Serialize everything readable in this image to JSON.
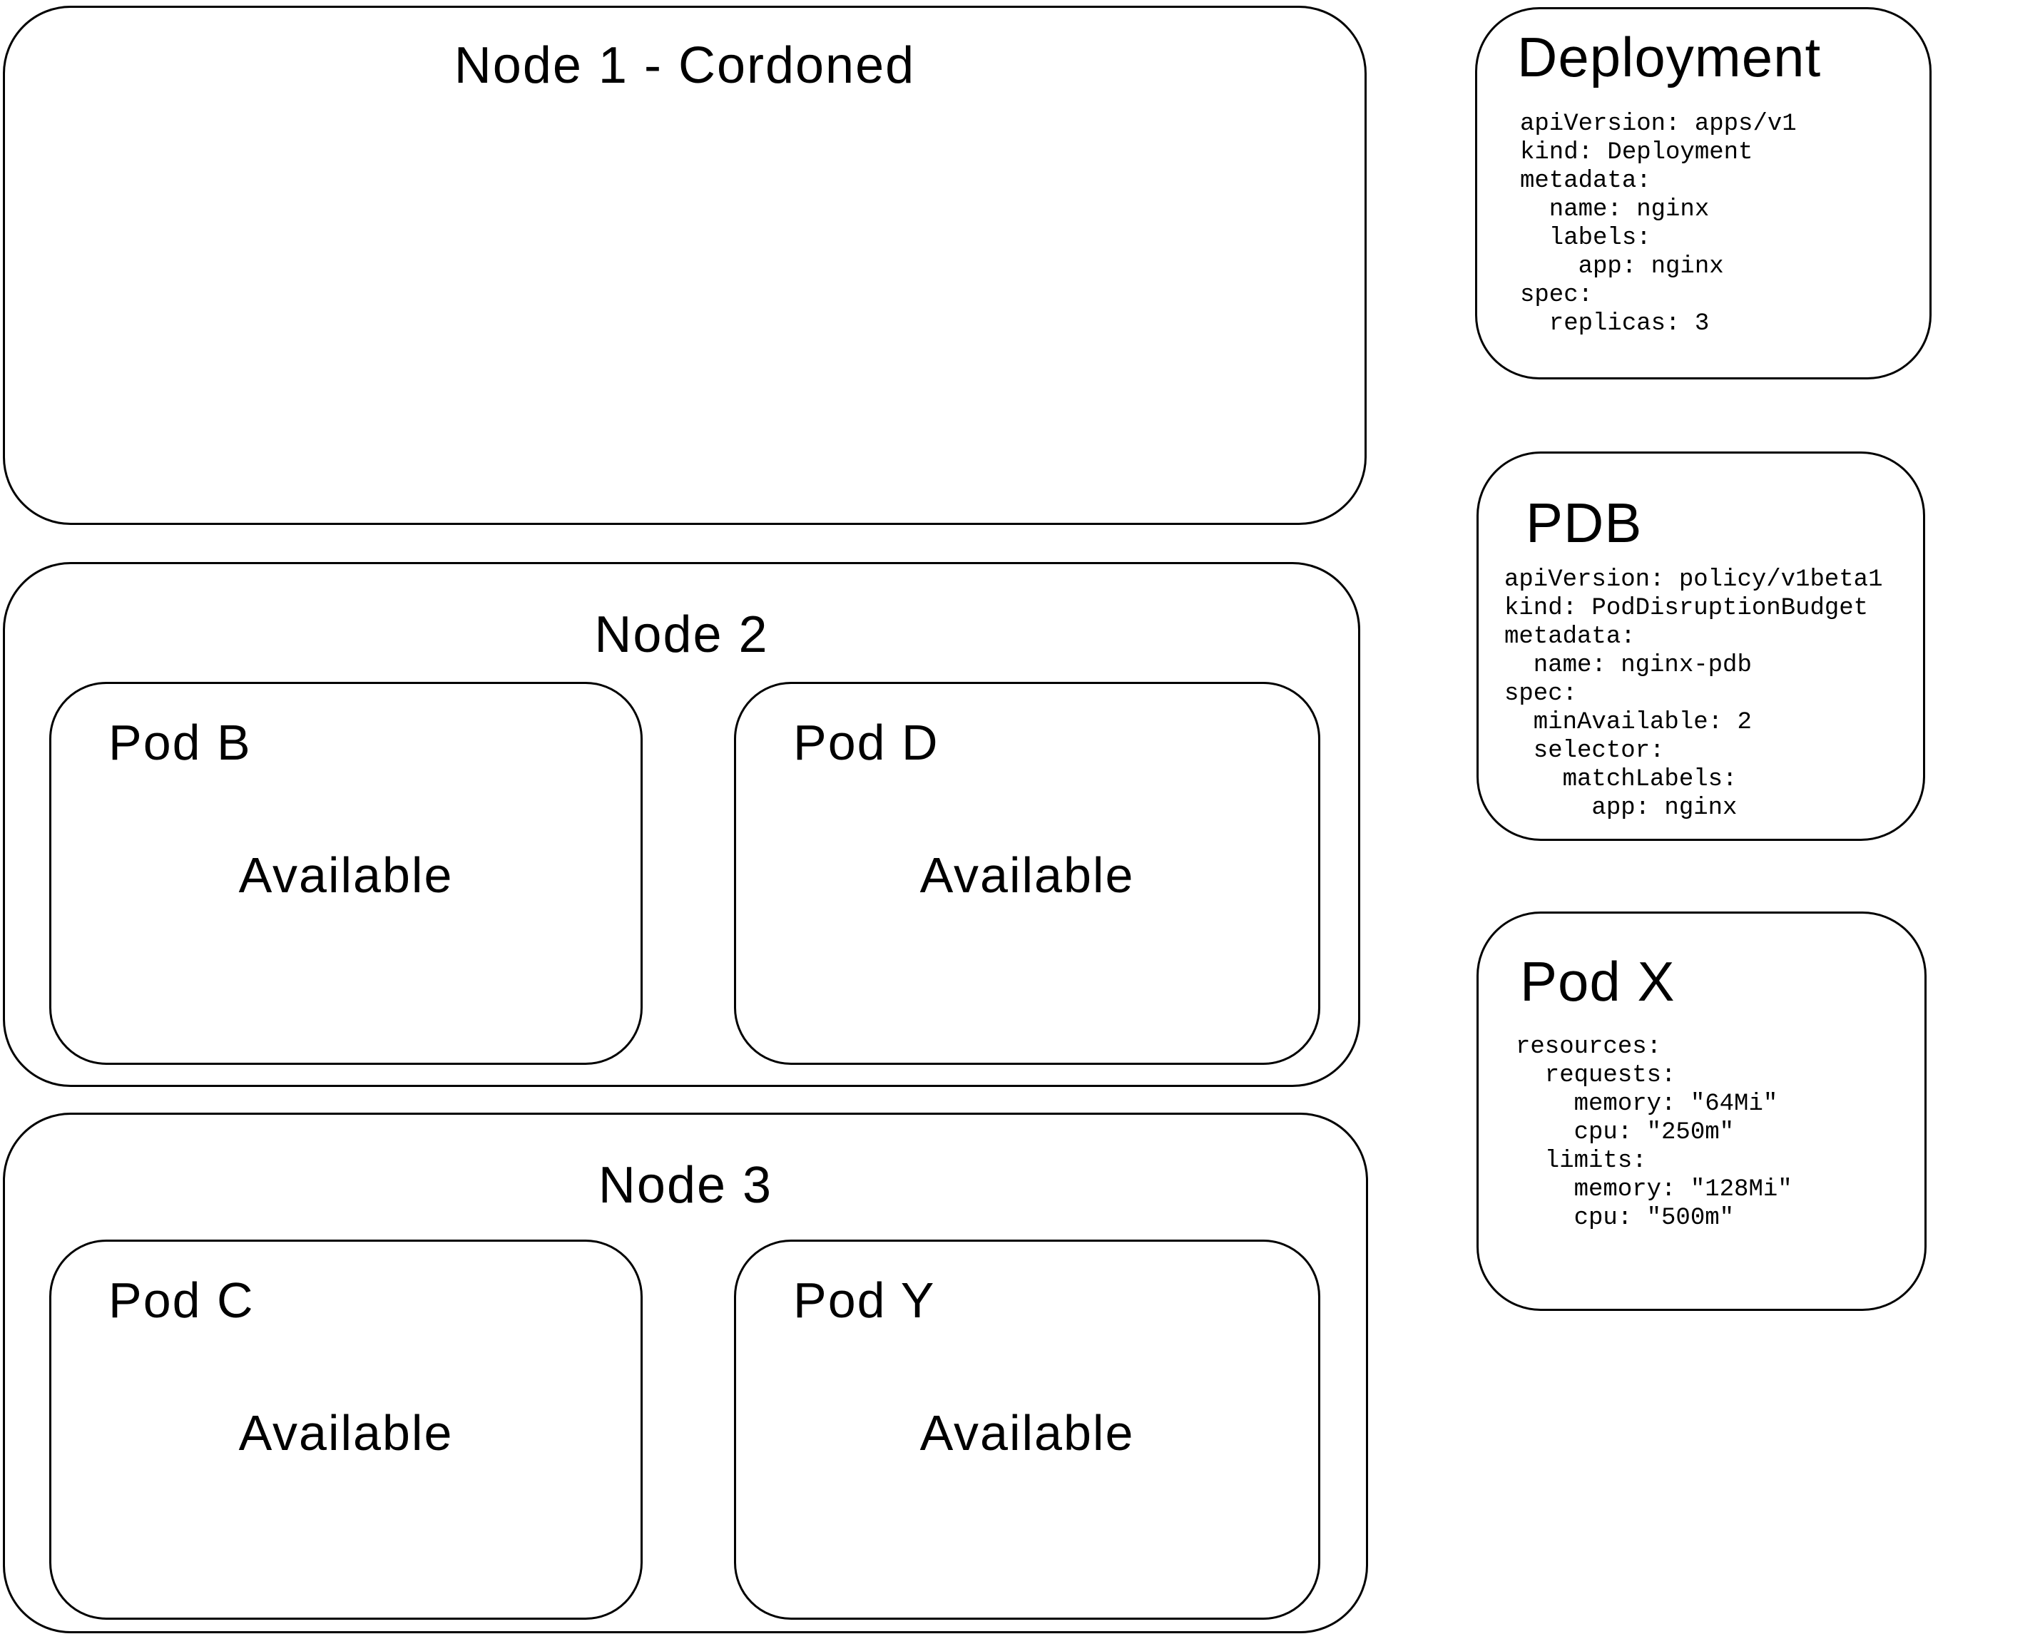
{
  "diagram": {
    "bg_color": "#ffffff",
    "line_color": "#000000"
  },
  "nodes": [
    {
      "title": "Node 1 - Cordoned",
      "pods": []
    },
    {
      "title": "Node 2",
      "pods": [
        {
          "name": "Pod B",
          "status": "Available"
        },
        {
          "name": "Pod D",
          "status": "Available"
        }
      ]
    },
    {
      "title": "Node 3",
      "pods": [
        {
          "name": "Pod C",
          "status": "Available"
        },
        {
          "name": "Pod Y",
          "status": "Available"
        }
      ]
    }
  ],
  "panels": [
    {
      "title": "Deployment",
      "code": "apiVersion: apps/v1\nkind: Deployment\nmetadata:\n  name: nginx\n  labels:\n    app: nginx\nspec:\n  replicas: 3"
    },
    {
      "title": "PDB",
      "code": "apiVersion: policy/v1beta1\nkind: PodDisruptionBudget\nmetadata:\n  name: nginx-pdb\nspec:\n  minAvailable: 2\n  selector:\n    matchLabels:\n      app: nginx"
    },
    {
      "title": "Pod X",
      "code": "resources:\n  requests:\n    memory: \"64Mi\"\n    cpu: \"250m\"\n  limits:\n    memory: \"128Mi\"\n    cpu: \"500m\""
    }
  ]
}
